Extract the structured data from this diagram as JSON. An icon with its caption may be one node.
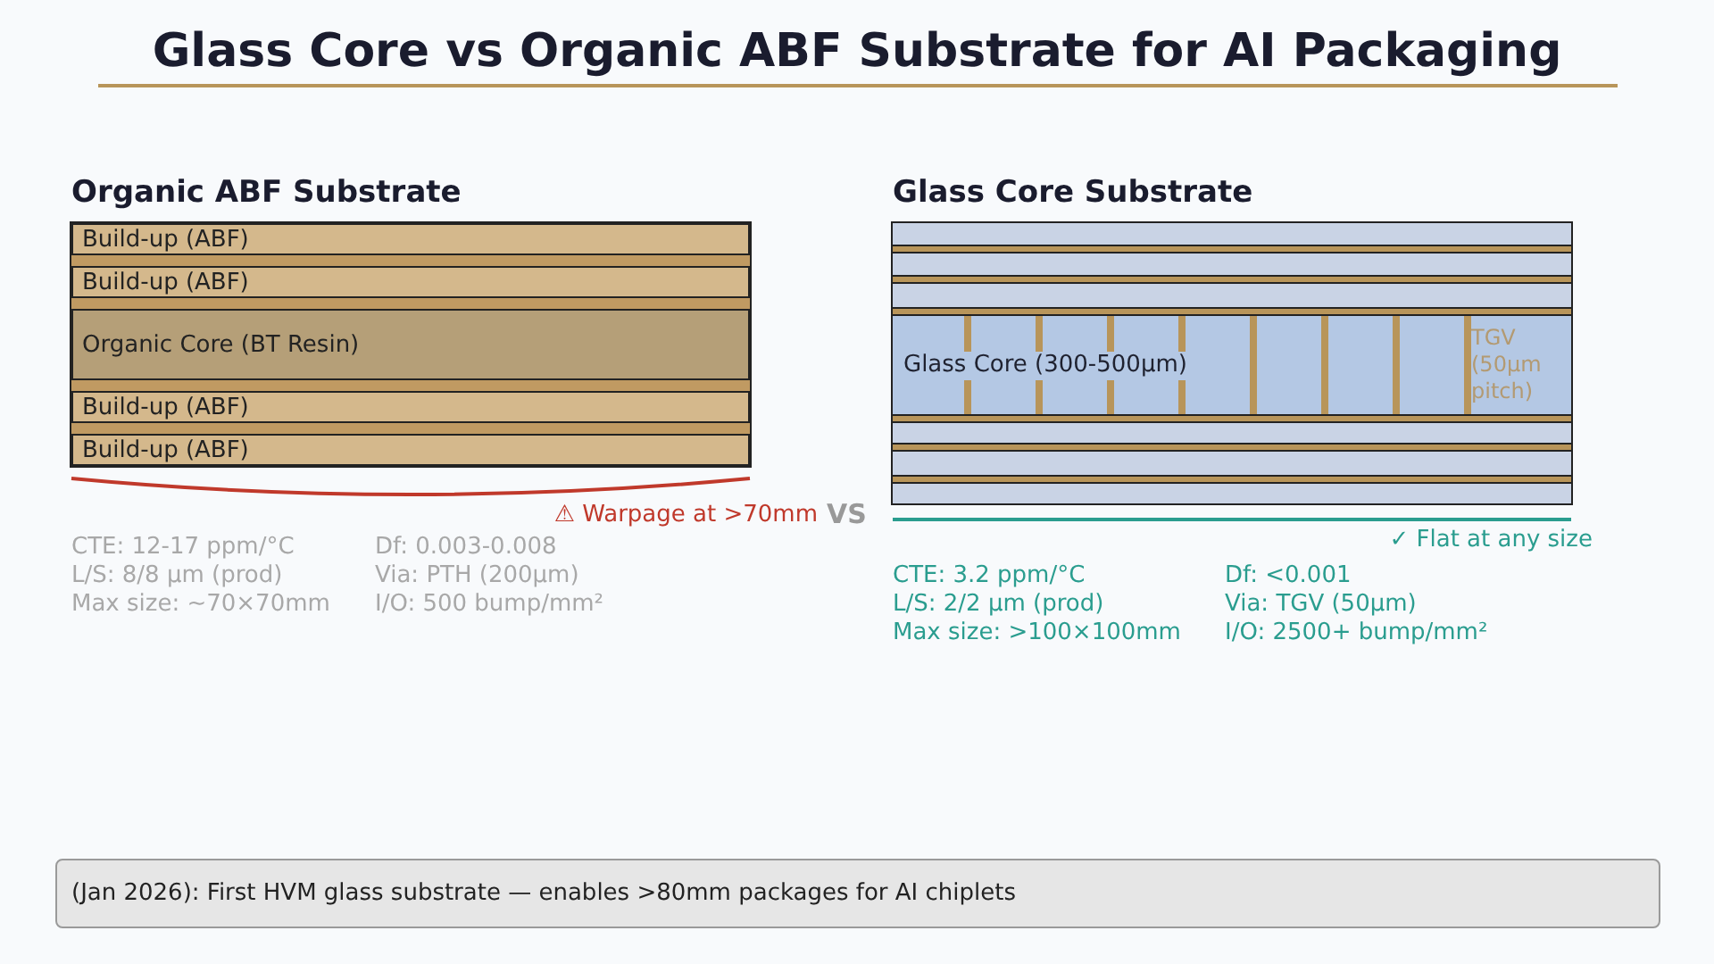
{
  "diagram": {
    "title": "Glass Core vs Organic ABF Substrate for AI Packaging",
    "nodes": [
      {
        "text": [
          "Organic ABF Substrate"
        ]
      },
      {
        "text": [
          "Build-up (ABF)"
        ],
        "in": 0
      },
      {
        "text": [
          "Build-up (ABF)"
        ],
        "in": 0
      },
      {
        "text": [
          "Organic Core (BT Resin)"
        ],
        "in": 0
      },
      {
        "text": [
          "Build-up (ABF)"
        ],
        "in": 0
      },
      {
        "text": [
          "Build-up (ABF)"
        ],
        "in": 0
      },
      {
        "text": [
          "Glass Core Substrate"
        ]
      },
      {
        "text": [
          "Glass Core (300-500µm)"
        ],
        "in": 6
      },
      {
        "text": [
          "(Jan 2026): First HVM glass substrate — enables >80mm packages for AI chiplets"
        ]
      }
    ],
    "labels": [
      "⚠ Warpage at >70mm",
      "VS",
      "CTE: 12-17 ppm/°C",
      "Df: 0.003-0.008",
      "L/S: 8/8 µm (prod)",
      "Via: PTH (200µm)",
      "Max size: ~70×70mm",
      "I/O: 500 bump/mm²",
      "TGV (50µm pitch)",
      "✓ Flat at any size",
      "CTE: 3.2 ppm/°C",
      "Df: <0.001",
      "L/S: 2/2 µm (prod)",
      "Via: TGV (50µm)",
      "Max size: >100×100mm",
      "I/O: 2500+ bump/mm²"
    ]
  }
}
